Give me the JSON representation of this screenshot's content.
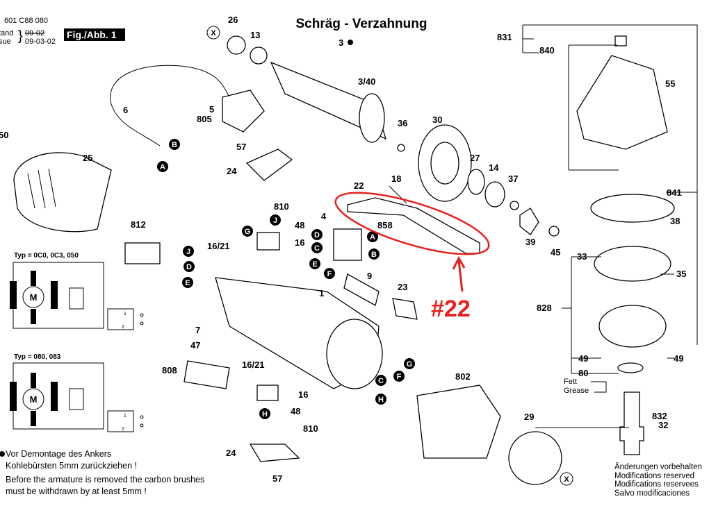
{
  "header": {
    "part_number": "601 C88 080",
    "stand_label": "tand",
    "issue_label": "sue",
    "old_date": "09-02",
    "issue_date": "09-03-02",
    "figure": "Fig./Abb. 1",
    "title": "Schräg - Verzahnung"
  },
  "labels": {
    "l26": "26",
    "l13": "13",
    "l3": "3",
    "l3_40": "3/40",
    "l36": "36",
    "l30": "30",
    "l27": "27",
    "l14": "14",
    "l37": "37",
    "l18": "18",
    "l22": "22",
    "l858": "858",
    "l4": "4",
    "l39": "39",
    "l45": "45",
    "l55": "55",
    "l831": "831",
    "l840": "840",
    "l841": "841",
    "l38": "38",
    "l33": "33",
    "l35": "35",
    "l828": "828",
    "l49a": "49",
    "l49b": "49",
    "l80": "80",
    "l832": "832",
    "l32": "32",
    "l802": "802",
    "l29": "29",
    "l6": "6",
    "l5": "5",
    "l805": "805",
    "l50": "50",
    "l25": "25",
    "l57a": "57",
    "l24a": "24",
    "l810a": "810",
    "l48a": "48",
    "l16_21a": "16/21",
    "l16a": "16",
    "l812": "812",
    "l1": "1",
    "l9": "9",
    "l23": "23",
    "l7": "7",
    "l47": "47",
    "l808": "808",
    "l16_21b": "16/21",
    "l16b": "16",
    "l48b": "48",
    "l810b": "810",
    "l24b": "24",
    "l57b": "57"
  },
  "connectors": {
    "x1": "X",
    "b1": "B",
    "a1": "A",
    "j1": "J",
    "g1": "G",
    "j2": "J",
    "d1": "D",
    "e1": "E",
    "d2": "D",
    "c1": "C",
    "e2": "E",
    "f1": "F",
    "a2": "A",
    "b2": "B",
    "g2": "G",
    "c2": "C",
    "f2": "F",
    "h1": "H",
    "h2": "H",
    "x2": "X"
  },
  "grease": {
    "de": "Fett",
    "en": "Grease"
  },
  "wiring": {
    "type1": "Typ = 0C0, 0C3, 050",
    "type2": "Typ = 080, 083",
    "motor": "M",
    "sw1": "1",
    "sw2": "2"
  },
  "annotation": {
    "text": "#22",
    "color": "#e8201c"
  },
  "notes": {
    "de1": "Vor Demontage des Ankers",
    "de2": "Kohlebürsten 5mm zurückziehen !",
    "en1": "Before the armature is removed the carbon brushes",
    "en2": "must be withdrawn by at least 5mm !"
  },
  "disclaimer": [
    "Änderungen vorbehalten",
    "Modifications reserved",
    "Modifications reservees",
    "Salvo modificaciones"
  ]
}
